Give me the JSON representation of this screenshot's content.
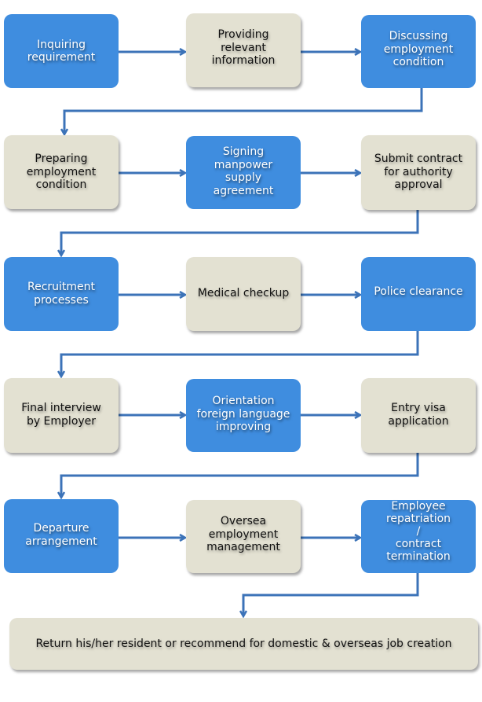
{
  "diagram": {
    "type": "process-flowchart",
    "colors": {
      "primary_step": "#3f8ddf",
      "secondary_step": "#e3e1d2",
      "connector": "#3c73b8"
    },
    "steps": [
      {
        "id": 1,
        "label": "Inquiring\nrequirement",
        "style": "blue"
      },
      {
        "id": 2,
        "label": "Providing\nrelevant\ninformation",
        "style": "beige"
      },
      {
        "id": 3,
        "label": "Discussing\nemployment\ncondition",
        "style": "blue"
      },
      {
        "id": 4,
        "label": "Preparing\nemployment\ncondition",
        "style": "beige"
      },
      {
        "id": 5,
        "label": "Signing\nmanpower\nsupply\nagreement",
        "style": "blue"
      },
      {
        "id": 6,
        "label": "Submit contract\nfor authority\napproval",
        "style": "beige"
      },
      {
        "id": 7,
        "label": "Recruitment\nprocesses",
        "style": "blue"
      },
      {
        "id": 8,
        "label": "Medical checkup",
        "style": "beige"
      },
      {
        "id": 9,
        "label": "Police clearance",
        "style": "blue"
      },
      {
        "id": 10,
        "label": "Final interview\nby Employer",
        "style": "beige"
      },
      {
        "id": 11,
        "label": "Orientation\nforeign language\nimproving",
        "style": "blue"
      },
      {
        "id": 12,
        "label": "Entry visa\napplication",
        "style": "beige"
      },
      {
        "id": 13,
        "label": "Departure\narrangement",
        "style": "blue"
      },
      {
        "id": 14,
        "label": "Oversea\nemployment\nmanagement",
        "style": "beige"
      },
      {
        "id": 15,
        "label": "Employee\nrepatriation\n/\ncontract\ntermination",
        "style": "blue"
      },
      {
        "id": 16,
        "label": "Return his/her resident or recommend for domestic & overseas job creation",
        "style": "beige"
      }
    ],
    "flow": [
      [
        1,
        2
      ],
      [
        2,
        3
      ],
      [
        3,
        4
      ],
      [
        4,
        5
      ],
      [
        5,
        6
      ],
      [
        6,
        7
      ],
      [
        7,
        8
      ],
      [
        8,
        9
      ],
      [
        9,
        10
      ],
      [
        10,
        11
      ],
      [
        11,
        12
      ],
      [
        12,
        13
      ],
      [
        13,
        14
      ],
      [
        14,
        15
      ],
      [
        15,
        16
      ]
    ]
  }
}
